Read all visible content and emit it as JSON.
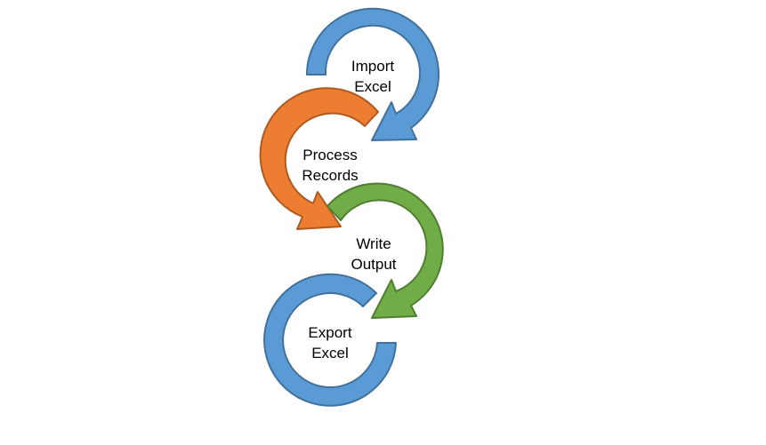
{
  "steps": [
    {
      "id": "import",
      "line1": "Import",
      "line2": "Excel",
      "color": "#5B9BD5",
      "stroke": "#41719C"
    },
    {
      "id": "process",
      "line1": "Process",
      "line2": "Records",
      "color": "#ED7D31",
      "stroke": "#AE5A21"
    },
    {
      "id": "write",
      "line1": "Write",
      "line2": "Output",
      "color": "#70AD47",
      "stroke": "#507E32"
    },
    {
      "id": "export",
      "line1": "Export",
      "line2": "Excel",
      "color": "#5B9BD5",
      "stroke": "#41719C"
    }
  ]
}
